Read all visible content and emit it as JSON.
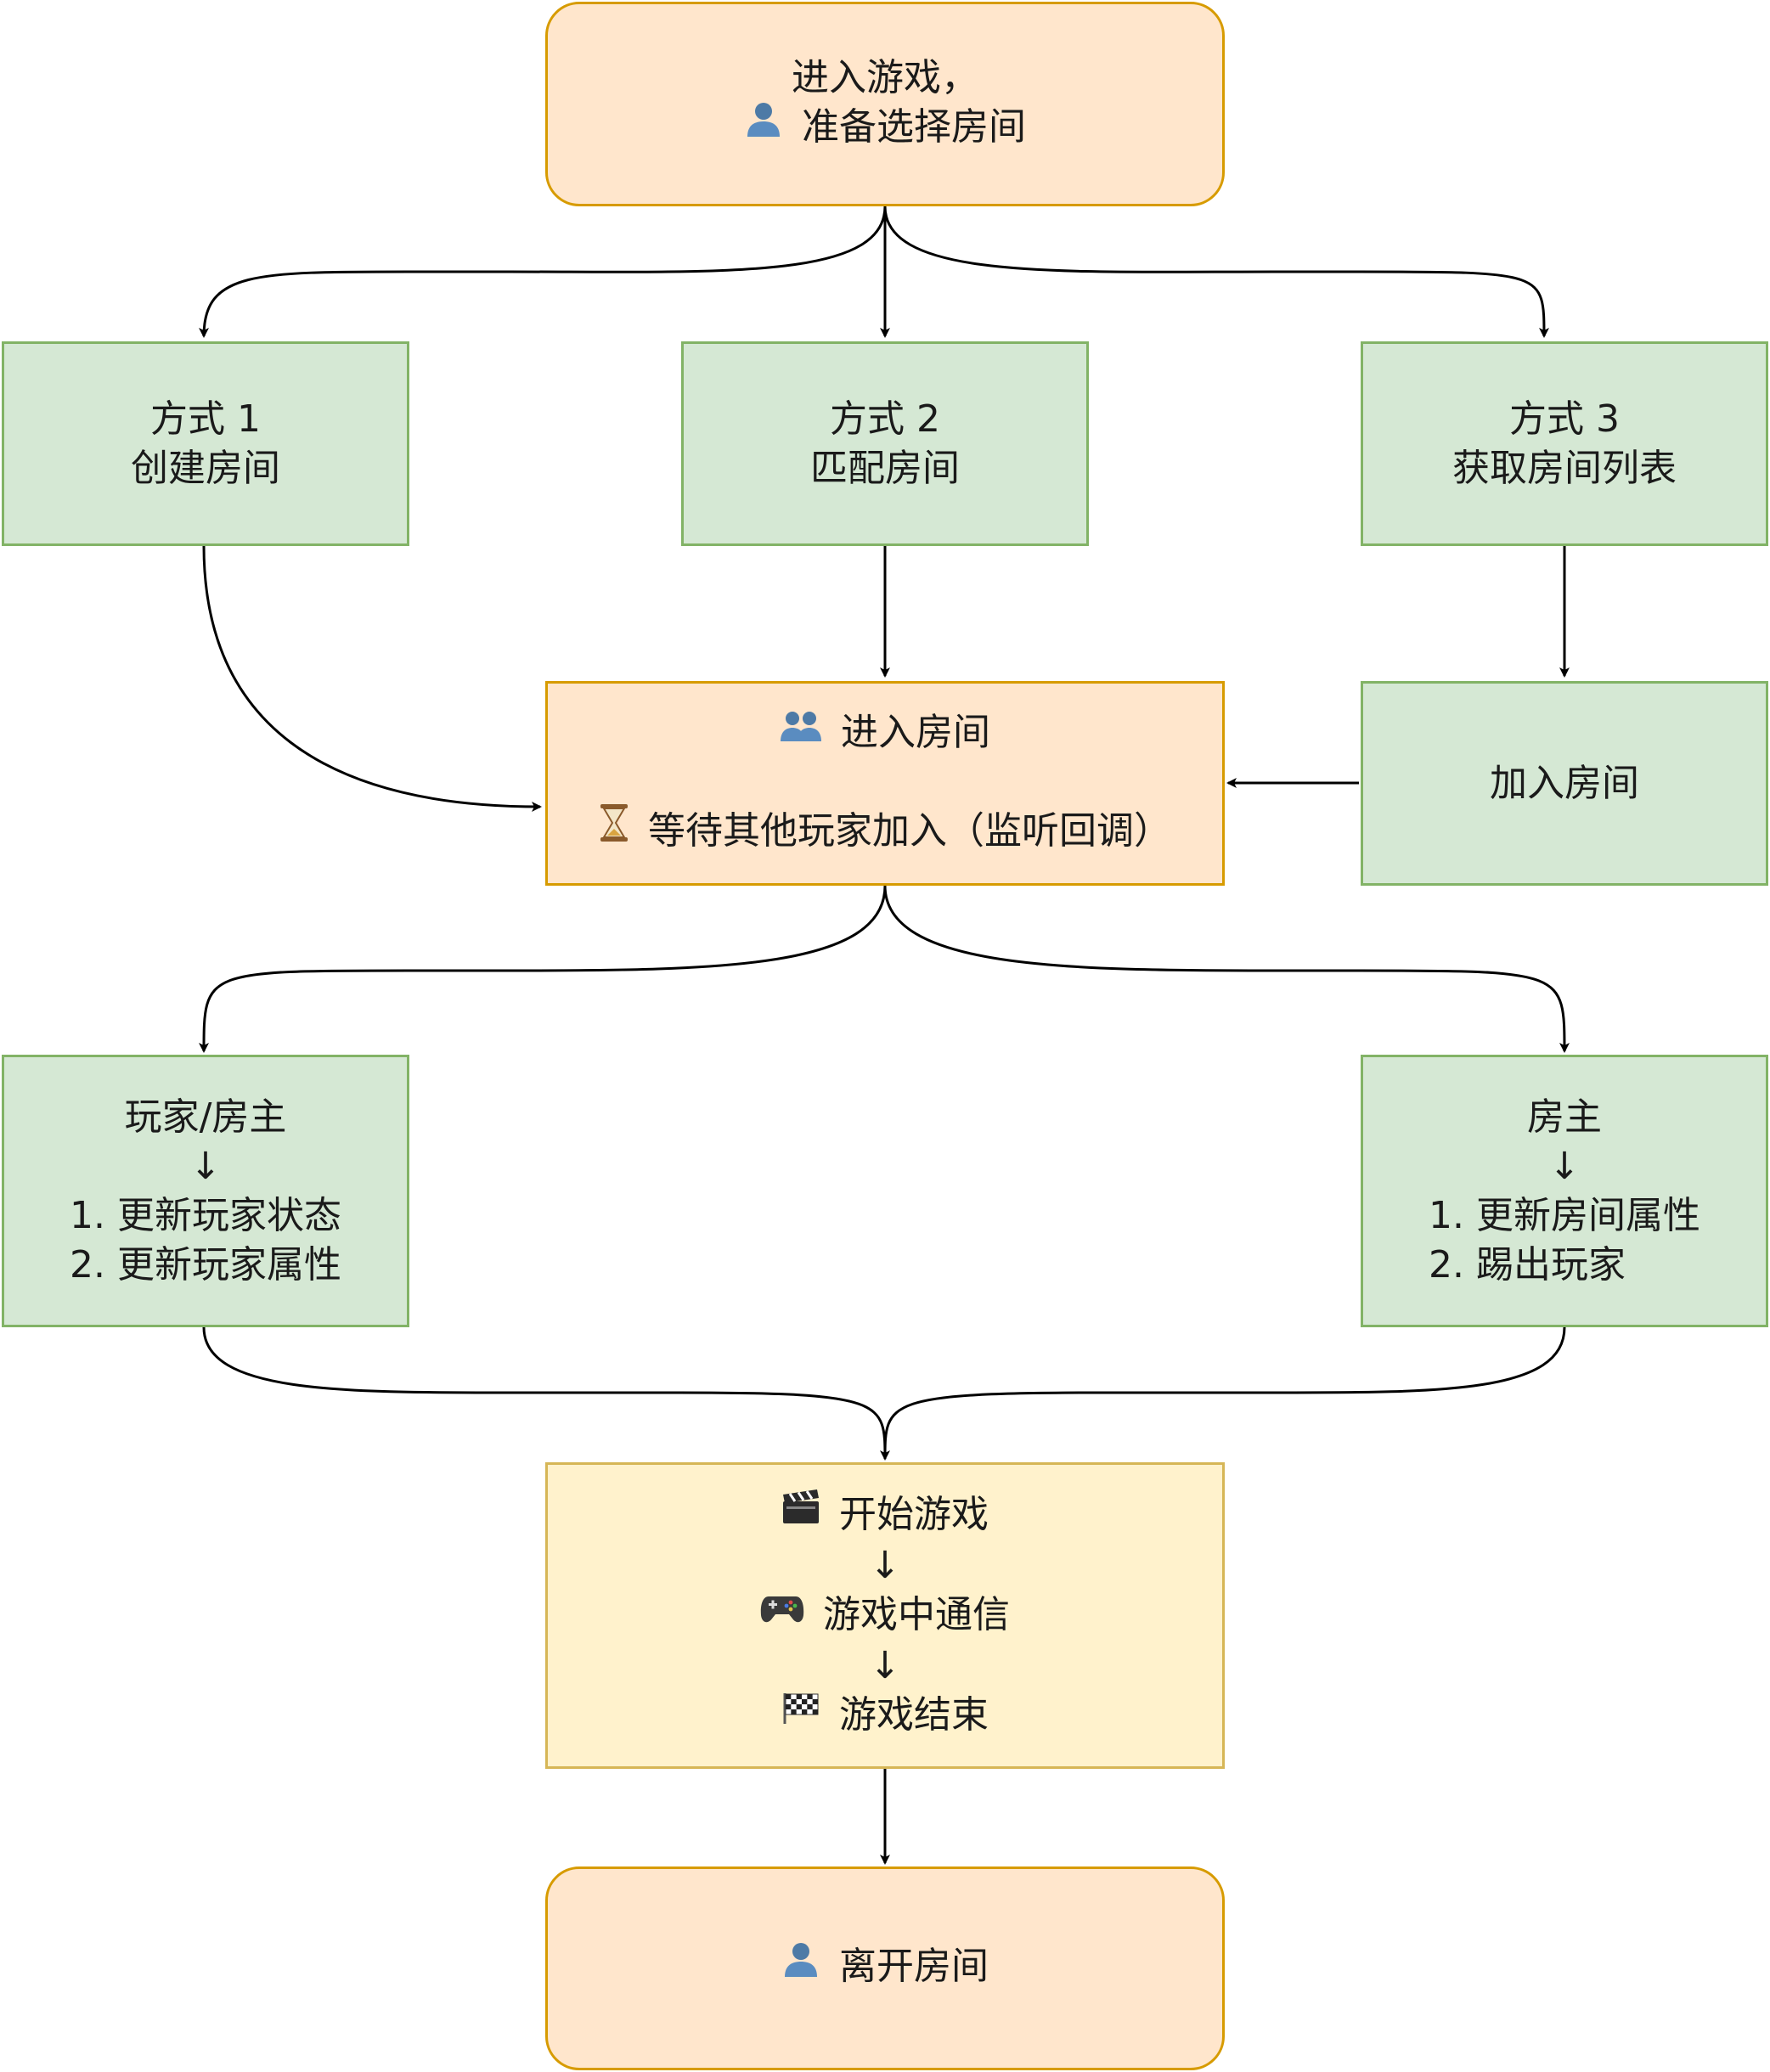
{
  "nodes": {
    "enter_game": {
      "lines": [
        "进入游戏，",
        "准备选择房间"
      ],
      "icon": "person-icon"
    },
    "method1": {
      "lines": [
        "方式 1",
        "创建房间"
      ]
    },
    "method2": {
      "lines": [
        "方式 2",
        "匹配房间"
      ]
    },
    "method3": {
      "lines": [
        "方式 3",
        "获取房间列表"
      ]
    },
    "enter_room": {
      "line1": "进入房间",
      "line1_icon": "two-people-icon",
      "line2": "等待其他玩家加入（监听回调）",
      "line2_icon": "hourglass-icon"
    },
    "join_room": {
      "label": "加入房间"
    },
    "player_owner": {
      "title": "玩家/房主",
      "arrow": "↓",
      "items": [
        "1. 更新玩家状态",
        "2. 更新玩家属性"
      ]
    },
    "owner": {
      "title": "房主",
      "arrow": "↓",
      "items": [
        "1. 更新房间属性",
        "2. 踢出玩家"
      ]
    },
    "game_flow": {
      "step1": "开始游戏",
      "step1_icon": "clapper-board-icon",
      "arrow1": "↓",
      "step2": "游戏中通信",
      "step2_icon": "game-controller-icon",
      "arrow2": "↓",
      "step3": "游戏结束",
      "step3_icon": "checkered-flag-icon"
    },
    "leave_room": {
      "label": "离开房间",
      "icon": "person-icon"
    }
  },
  "colors": {
    "orange_fill": "#ffe6cc",
    "orange_stroke": "#d79b00",
    "green_fill": "#d5e8d4",
    "green_stroke": "#82b366",
    "yellow_fill": "#fff2cc",
    "yellow_stroke": "#d6b656",
    "edge": "#000000"
  }
}
